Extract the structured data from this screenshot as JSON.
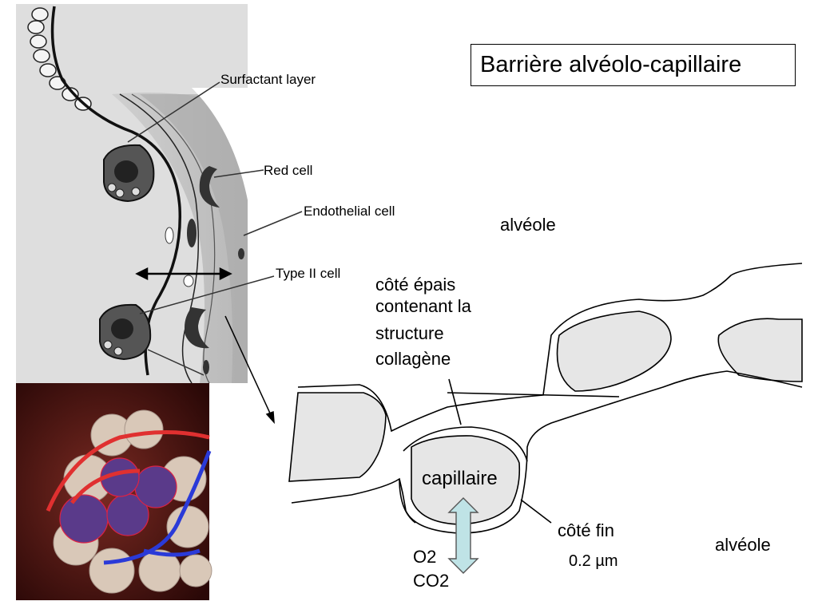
{
  "title": "Barrière alvéolo-capillaire",
  "micrograph_labels": {
    "surfactant": "Surfactant layer",
    "red_cell": "Red cell",
    "endothelial": "Endothelial cell",
    "type2": "Type II cell"
  },
  "schematic_labels": {
    "alveole_top": "alvéole",
    "alveole_bottom": "alvéole",
    "thick_side": [
      "côté épais",
      "contenant la",
      "structure",
      "collagène"
    ],
    "capillary": "capillaire",
    "thin_side": "côté fin",
    "thickness": "0.2 µm",
    "gas_o2": "O2",
    "gas_co2": "CO2"
  },
  "colors": {
    "tissue_fill": "#e6e6e6",
    "arrow_fill": "#bfe3e6",
    "micro_bg": "#d8d8d8",
    "render_bg": "#4a1614"
  }
}
